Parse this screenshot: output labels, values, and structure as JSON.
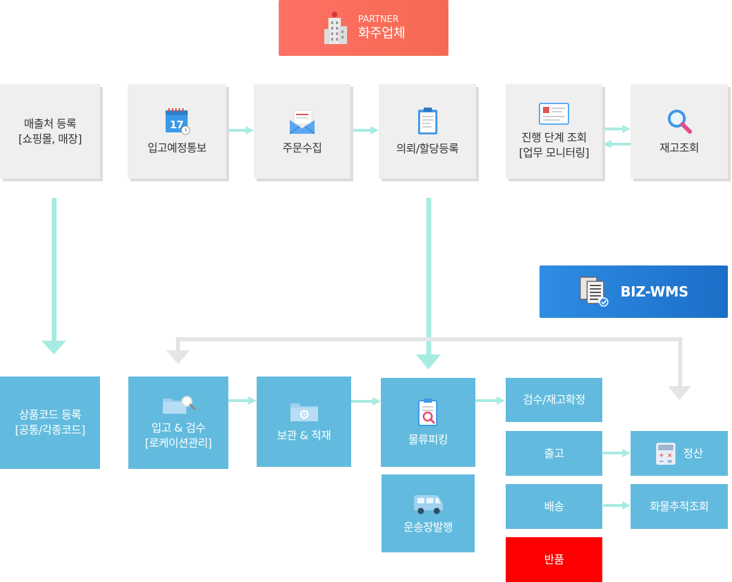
{
  "partner": {
    "small": "PARTNER",
    "title": "화주업체"
  },
  "wms": {
    "title": "BIZ-WMS"
  },
  "top_row": {
    "sales": [
      "매출처 등록",
      "[쇼핑몰, 매장]"
    ],
    "inbound_notice": "입고예정통보",
    "order_collect": "주문수집",
    "request_alloc": "의뢰/할당등록",
    "progress": [
      "진행 단계 조회",
      "[업무 모니터링]"
    ],
    "inventory_check": "재고조회"
  },
  "bottom": {
    "product_code": [
      "상품코드 등록",
      "[공통/각종코드]"
    ],
    "inbound_inspect": [
      "입고 & 검수",
      "[로케이션관리]"
    ],
    "storage": "보관 & 적재",
    "picking": "물류피킹",
    "waybill": "운송장발행",
    "inspect_confirm": "검수/재고확정",
    "outbound": "출고",
    "delivery": "배송",
    "returns": "반품",
    "settlement": "정산",
    "tracking": "화물추적조회"
  },
  "colors": {
    "partner": "#f56a52",
    "wms": "#1c6ec7",
    "process_box": "#62bbde",
    "top_box": "#efefef",
    "arrow": "#a8ebe3",
    "connector": "#e5e5e5",
    "returns": "#ff0000"
  }
}
